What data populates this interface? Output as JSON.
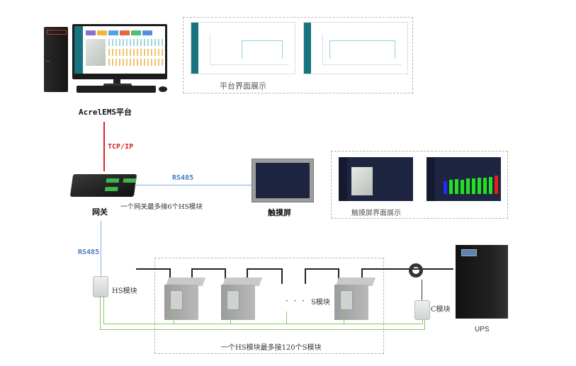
{
  "platform": {
    "name": "AcrelEMS平台",
    "display_caption": "平台界面展示"
  },
  "links": {
    "platform_gateway": "TCP/IP",
    "gateway_touch": "RS485",
    "gateway_hs": "RS485"
  },
  "gateway": {
    "name": "网关",
    "note": "一个网关最多接6个HS模块"
  },
  "touchscreen": {
    "name": "触摸屏",
    "display_caption": "触摸屏界面展示"
  },
  "modules": {
    "hs": "HS模块",
    "s": "S模块",
    "c": "C模块",
    "ellipsis": "· · ·",
    "note": "一个HS模块最多接120个S模块"
  },
  "ups": {
    "name": "UPS"
  },
  "colors": {
    "tcp_line": "#d6252a",
    "rs485_line": "#7aaee0",
    "data_bus": "#8cc46e",
    "power_line": "#222222",
    "platform_teal": "#18747e"
  }
}
